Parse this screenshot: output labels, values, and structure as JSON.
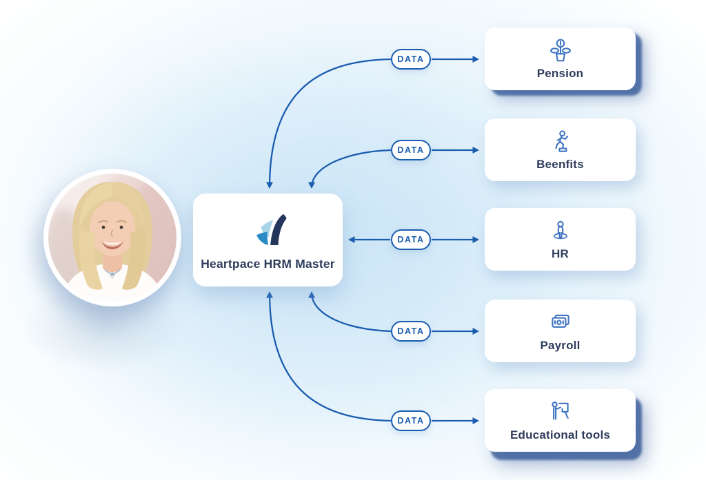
{
  "diagram": {
    "center": {
      "title": "Heartpace HRM Master",
      "logo_icon": "heartpace-sail-logo",
      "logo_colors": {
        "navy": "#24365b",
        "light_blue": "#a9d3e9",
        "mid_blue": "#2a8ac5"
      }
    },
    "connector_label": "DATA",
    "nodes": [
      {
        "label": "Pension",
        "icon": "pension-plant-coin-icon"
      },
      {
        "label": "Beenfits",
        "icon": "benefits-runner-icon"
      },
      {
        "label": "HR",
        "icon": "hr-person-icon"
      },
      {
        "label": "Payroll",
        "icon": "payroll-banknotes-icon"
      },
      {
        "label": "Educational tools",
        "icon": "educational-presenter-icon"
      }
    ],
    "portrait": {
      "alt": "smiling-blonde-woman-portrait"
    },
    "colors": {
      "arrow": "#1a5caf",
      "pill_text": "#1a5caf",
      "label_text": "#2e3c5c",
      "icon_stroke": "#3f74c2",
      "card_bg": "#ffffff",
      "bg_tint": "#d7ecf9"
    }
  }
}
